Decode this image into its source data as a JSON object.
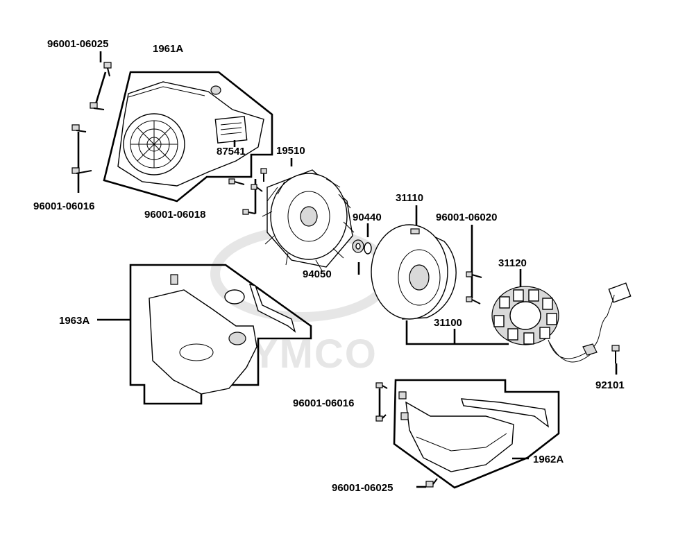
{
  "diagram": {
    "watermark": "KYMCO",
    "labels": {
      "p96001_06025_top": "96001-06025",
      "p1961A": "1961A",
      "p87541": "87541",
      "p96001_06016_left": "96001-06016",
      "p19510": "19510",
      "p96001_06018": "96001-06018",
      "p90440": "90440",
      "p94050": "94050",
      "p31110": "31110",
      "p96001_06020": "96001-06020",
      "p31120": "31120",
      "p31100": "31100",
      "p1963A": "1963A",
      "p92101": "92101",
      "p96001_06016_bottom": "96001-06016",
      "p1962A": "1962A",
      "p96001_06025_bottom": "96001-06025"
    },
    "colors": {
      "line": "#000000",
      "watermark": "#e6e6e6",
      "background": "#ffffff"
    }
  }
}
